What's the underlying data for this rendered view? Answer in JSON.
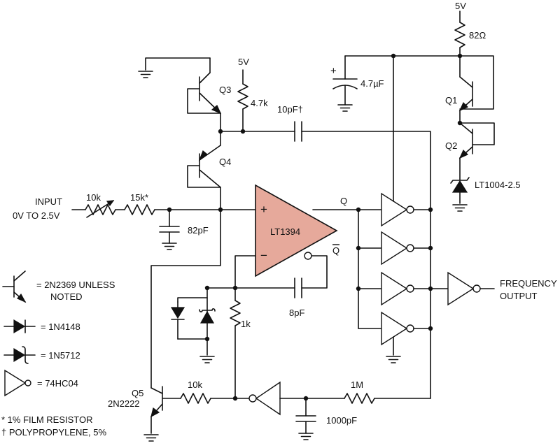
{
  "supply": {
    "vcc_left": "5V",
    "vcc_right": "5V"
  },
  "components": {
    "q3": "Q3",
    "q4": "Q4",
    "q1": "Q1",
    "q2": "Q2",
    "q5": "Q5",
    "q5_part": "2N2222",
    "r_pullup": "4.7k",
    "r_82": "82Ω",
    "r_10k_trim": "10k",
    "r_15k": "15k*",
    "r_1k": "1k",
    "r_10k_base": "10k",
    "r_1m": "1M",
    "c_10pf": "10pF†",
    "c_47uf": "4.7µF",
    "c_82pf": "82pF",
    "c_8pf": "8pF",
    "c_1000pf": "1000pF",
    "reference": "LT1004-2.5",
    "comparator": "LT1394",
    "comp_plus": "+",
    "comp_minus": "−",
    "cap_plus": "+"
  },
  "signals": {
    "input_line1": "INPUT",
    "input_line2": "0V TO 2.5V",
    "q_out": "Q",
    "q_bar": "Q",
    "output_line1": "FREQUENCY",
    "output_line2": "OUTPUT"
  },
  "legend": {
    "transistor": "= 2N2369 UNLESS",
    "transistor_2": "NOTED",
    "diode": "= 1N4148",
    "schottky": "= 1N5712",
    "inverter": "= 74HC04"
  },
  "notes": {
    "note1": "* 1% FILM RESISTOR",
    "note2": "† POLYPROPYLENE, 5%"
  }
}
